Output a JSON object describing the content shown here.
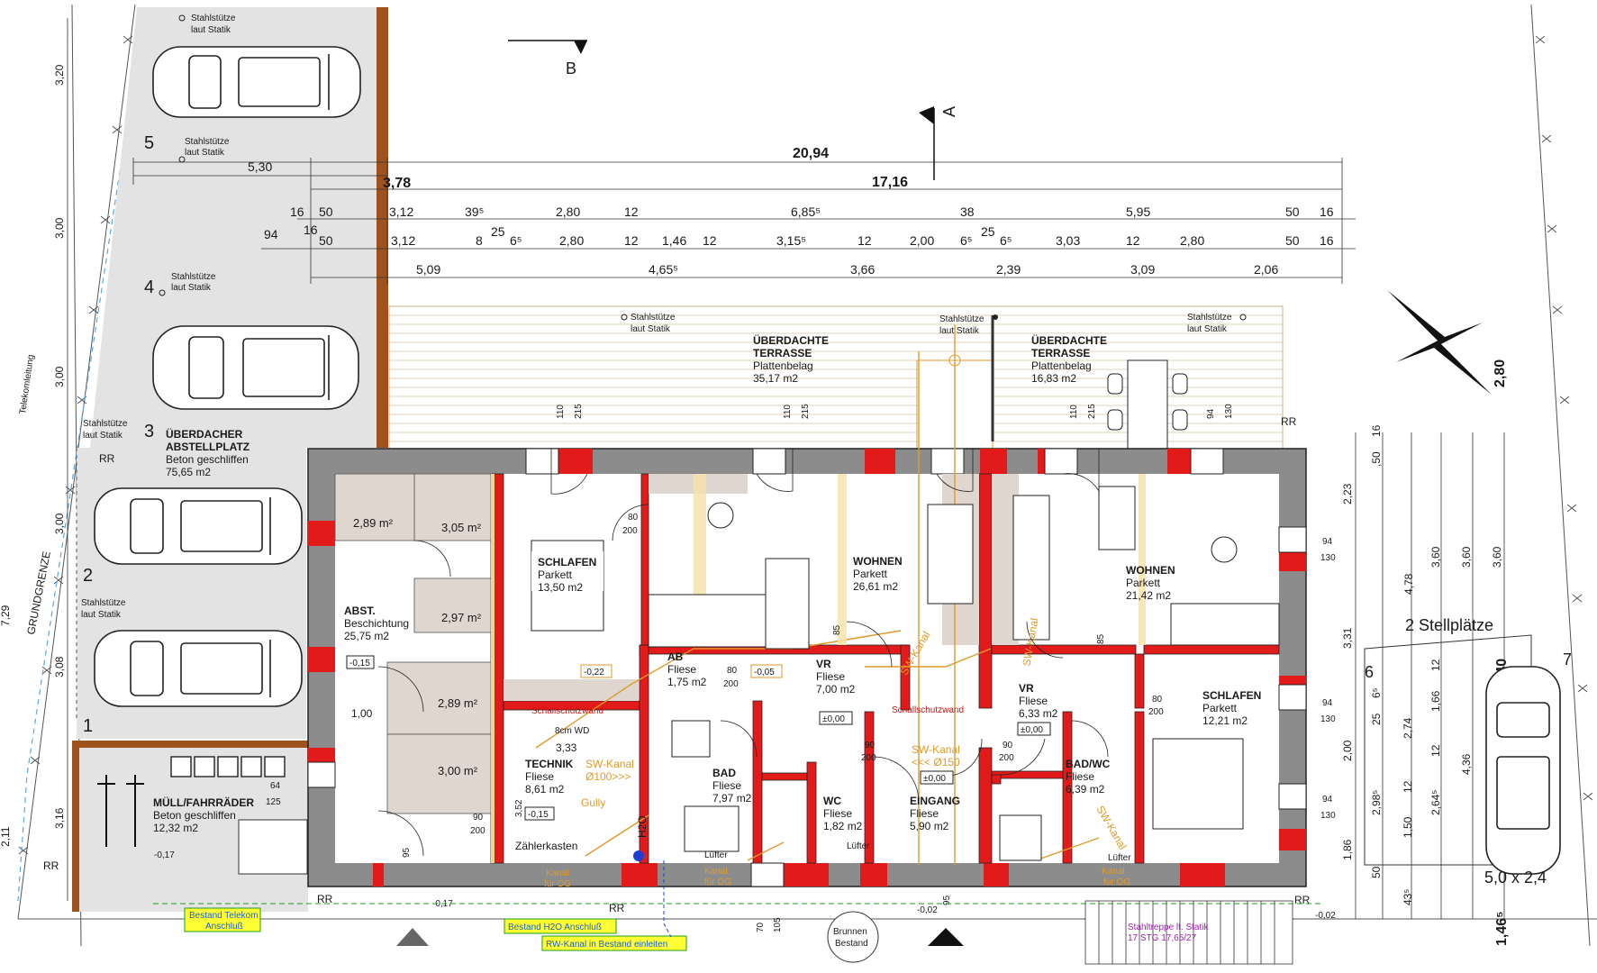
{
  "labels": {
    "section_b": "B",
    "section_a": "A",
    "overall_width": "20,94",
    "inner_width": "17,16",
    "left_offset": "3,78",
    "carport_width": "5,30",
    "stahl1": "Stahlstütze",
    "stahl2": "laut Statik",
    "parking_5": "5",
    "parking_4": "4",
    "parking_3": "3",
    "parking_2": "2",
    "parking_1": "1",
    "carport_title1": "ÜBERDACHER",
    "carport_title2": "ABSTELLPLATZ",
    "carport_mat": "Beton geschliffen",
    "carport_area": "75,65 m2",
    "muell_title": "MÜLL/FAHRRÄDER",
    "muell_mat": "Beton geschliffen",
    "muell_area": "12,32 m2",
    "terr_title1": "ÜBERDACHTE",
    "terr_title2": "TERRASSE",
    "terr_mat": "Plattenbelag",
    "terr1_area": "35,17 m2",
    "terr2_area": "16,83 m2",
    "abst": "ABST.",
    "abst_mat": "Beschichtung",
    "abst_area": "25,75 m2",
    "st_289a": "2,89 m²",
    "st_305": "3,05 m²",
    "st_297": "2,97 m²",
    "st_289b": "2,89 m²",
    "st_300": "3,00 m²",
    "schlafen": "SCHLAFEN",
    "parkett": "Parkett",
    "schlafen1_area": "13,50 m2",
    "wohnen": "WOHNEN",
    "wohnen1_area": "26,61 m2",
    "wohnen2_area": "21,42 m2",
    "schlafen2_area": "12,21 m2",
    "ab": "AB",
    "fliese": "Fliese",
    "ab_area": "1,75 m2",
    "vr": "VR",
    "vr1_area": "7,00 m2",
    "vr2_area": "6,33 m2",
    "technik": "TECHNIK",
    "technik_area": "8,61 m2",
    "bad": "BAD",
    "bad_area": "7,97 m2",
    "wc": "WC",
    "wc_area": "1,82 m2",
    "eingang": "EINGANG",
    "eingang_area": "5,90 m2",
    "badwc": "BAD/WC",
    "badwc_area": "6,39 m2",
    "stellplaetze": "2 Stellplätze",
    "stellpl_size": "5,0 x 2,4",
    "parking_6": "6",
    "parking_7": "7",
    "bestand_telekom": "Bestand Telekom",
    "anschluss": "Anschluß",
    "bestand_h2o": "Bestand H2O Anschluß",
    "rw_kanal": "RW-Kanal in Bestand einleiten",
    "brunnen1": "Brunnen",
    "brunnen2": "Bestand",
    "grundgrenze": "GRUNDGRENZE",
    "telekomleitung": "Telekomleitung",
    "rr": "RR",
    "schallschutzwand": "Schallschutzwand",
    "sw_kanal": "SW-Kanal",
    "sw_dia150": "<<< Ø150",
    "sw_dia100": "Ø100>>>",
    "zaehlerkasten": "Zählerkasten",
    "luefter": "Lüfter",
    "gully": "Gully",
    "h2o": "H2O",
    "kanal": "Kanal",
    "fuer_og": "für OG",
    "wd": "8cm WD",
    "lvl_000": "±0,00",
    "lvl_015": "-0,15",
    "lvl_022": "-0,22",
    "lvl_017": "-0,17",
    "lvl_002": "-0,02",
    "lvl_005": "-0,05",
    "stahltreppe1": "Stahltreppe lt. Statik",
    "stahltreppe2": "17 STG 17,65/27",
    "dim_100": "1,00",
    "dim_333": "3,33",
    "dim_352": "3,52",
    "dim_146": "1,46⁵",
    "dim_280": "2,80",
    "dim_940": "9,40",
    "dim_64": "64",
    "dim_125": "125",
    "dim_90": "90",
    "dim_200": "200",
    "dim_80": "80",
    "dim_85": "85",
    "dim_95": "95",
    "dim_110": "110",
    "dim_215": "215",
    "dim_94": "94",
    "dim_130": "130",
    "dim_70": "70",
    "dim_105": "105"
  },
  "dim_rows": {
    "row1": [
      "16",
      "50",
      "3,12",
      "39⁵",
      "2,80",
      "12",
      "6,85⁵",
      "38",
      "5,95",
      "50",
      "16"
    ],
    "row2": [
      "94",
      "16",
      "50",
      "3,12",
      "8",
      "25",
      "6⁵",
      "2,80",
      "12",
      "1,46",
      "12",
      "3,15⁵",
      "12",
      "2,00",
      "6⁵",
      "25",
      "6⁵",
      "3,03",
      "12",
      "2,80",
      "50",
      "16"
    ],
    "row3": [
      "5,09",
      "4,65⁵",
      "3,66",
      "2,39",
      "3,09",
      "2,06"
    ],
    "left_vert": [
      "3,20",
      "3,00",
      "3,00",
      "3,00",
      "3,08",
      "3,16",
      "7,29",
      "2,11"
    ],
    "right_vert": [
      "2,23",
      "4,78",
      "3,31",
      "2,00",
      "1,86",
      ",50",
      "16",
      "3,60",
      "3,60",
      "3,60",
      "12",
      "1,66",
      "12",
      "4,36",
      "2,74",
      "2,64⁵",
      "1,50",
      "2,98⁵",
      "6⁵",
      "25",
      "12",
      "43⁵",
      "50"
    ]
  },
  "colors": {
    "ext_wall": "#8c8c8c",
    "int_wall": "#d01010",
    "carport": "#e3e3e3",
    "terrace_line": "#d9c29e",
    "timber": "#a0521e",
    "sewer": "#e09a2a",
    "insulation": "#f2d58b",
    "tile": "#ded6cf",
    "dim_line": "#333333",
    "callout": "#ffff33",
    "callout_border": "#1c9c1c"
  }
}
